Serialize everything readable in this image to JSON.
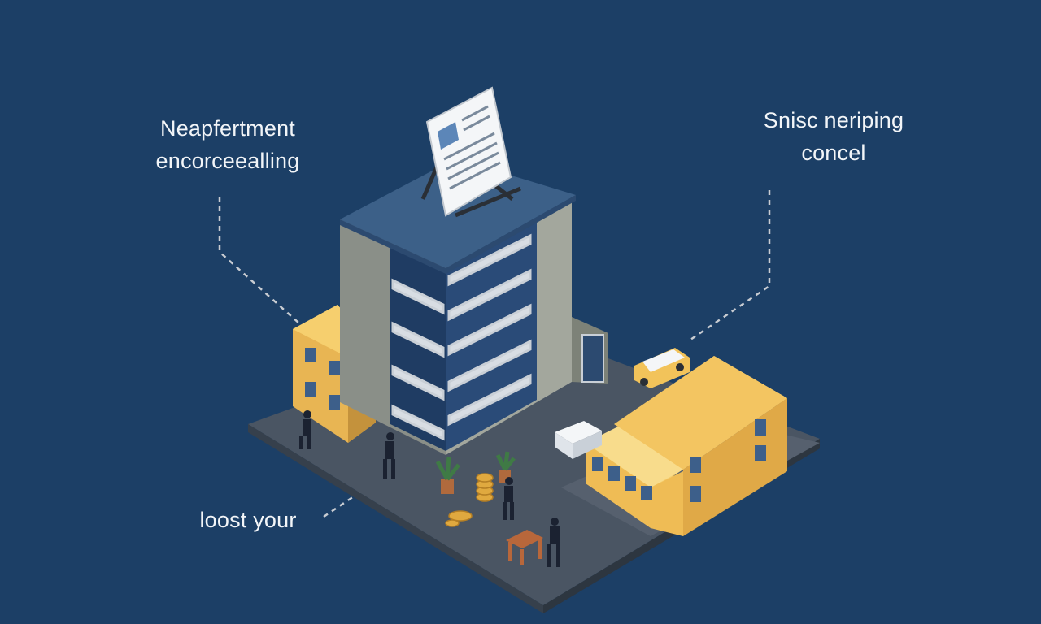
{
  "labels": {
    "top_left": [
      "Neapfertment",
      "encorceealling"
    ],
    "top_right": [
      "Snisc neriping",
      "concel"
    ],
    "bottom_left": "loost your"
  },
  "colors": {
    "background": "#1c3f66",
    "ground": "#4a5563",
    "tower_wall": "#8a8f88",
    "tower_roof": "#3c6088",
    "yellow_building": "#f2c35a",
    "callout_line": "#c8ccd2"
  }
}
